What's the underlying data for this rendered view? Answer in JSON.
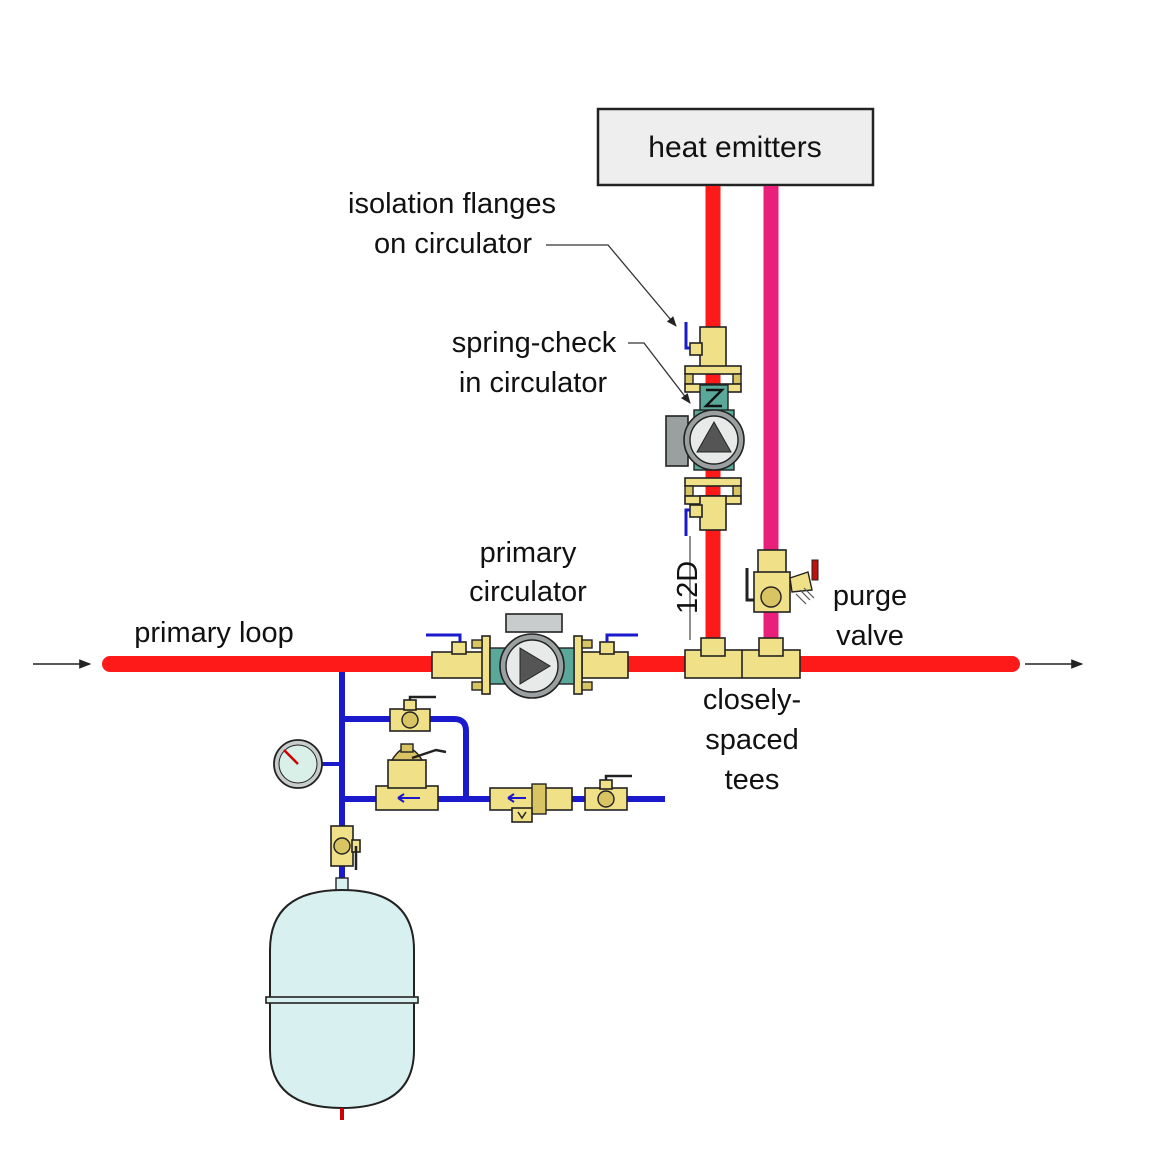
{
  "labels": {
    "heat_emitters": "heat emitters",
    "isolation_flanges_line1": "isolation flanges",
    "isolation_flanges_line2": "on circulator",
    "spring_check_line1": "spring-check",
    "spring_check_line2": "in circulator",
    "primary_circulator_line1": "primary",
    "primary_circulator_line2": "circulator",
    "primary_loop": "primary loop",
    "twelve_d": "12D",
    "purge_valve_line1": "purge",
    "purge_valve_line2": "valve",
    "closely_spaced_tees_line1": "closely-",
    "closely_spaced_tees_line2": "spaced",
    "closely_spaced_tees_line3": "tees"
  },
  "colors": {
    "supply_pipe": "#ff1a1a",
    "return_pipe": "#e8207a",
    "makeup_pipe": "#1a1acc",
    "brass": "#f0e088",
    "tank": "#d8f0f0",
    "emitter_box": "#eeeeee"
  }
}
